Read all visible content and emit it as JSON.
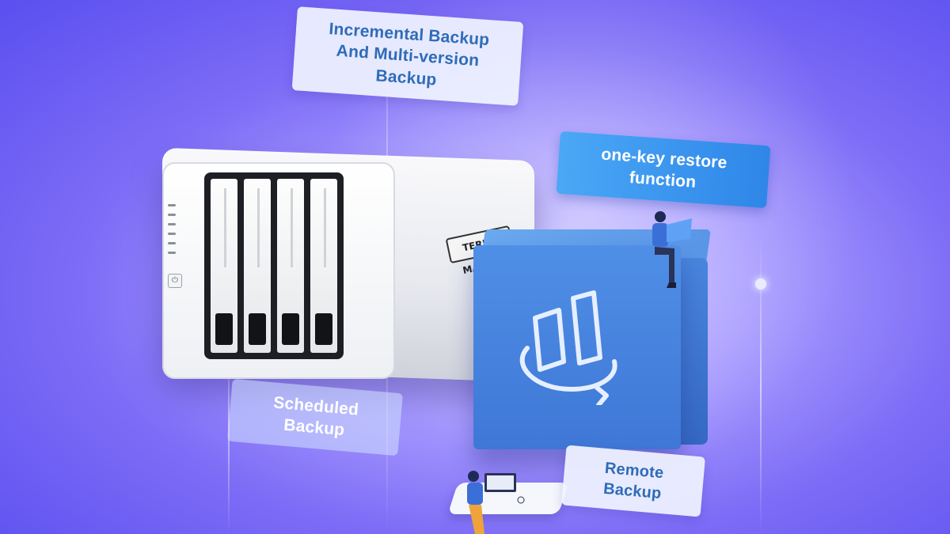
{
  "labels": {
    "incremental_line1": "Incremental Backup",
    "incremental_line2": "And Multi-version Backup",
    "one_key": "one-key restore function",
    "scheduled": "Scheduled Backup",
    "remote": "Remote Backup"
  },
  "device": {
    "brand": "TERRA MASTER"
  },
  "colors": {
    "background": "#7d6cf6",
    "tag_text": "#2f6cb8",
    "tag_accent": "#2f86e8",
    "cube": "#4f8fe6"
  }
}
